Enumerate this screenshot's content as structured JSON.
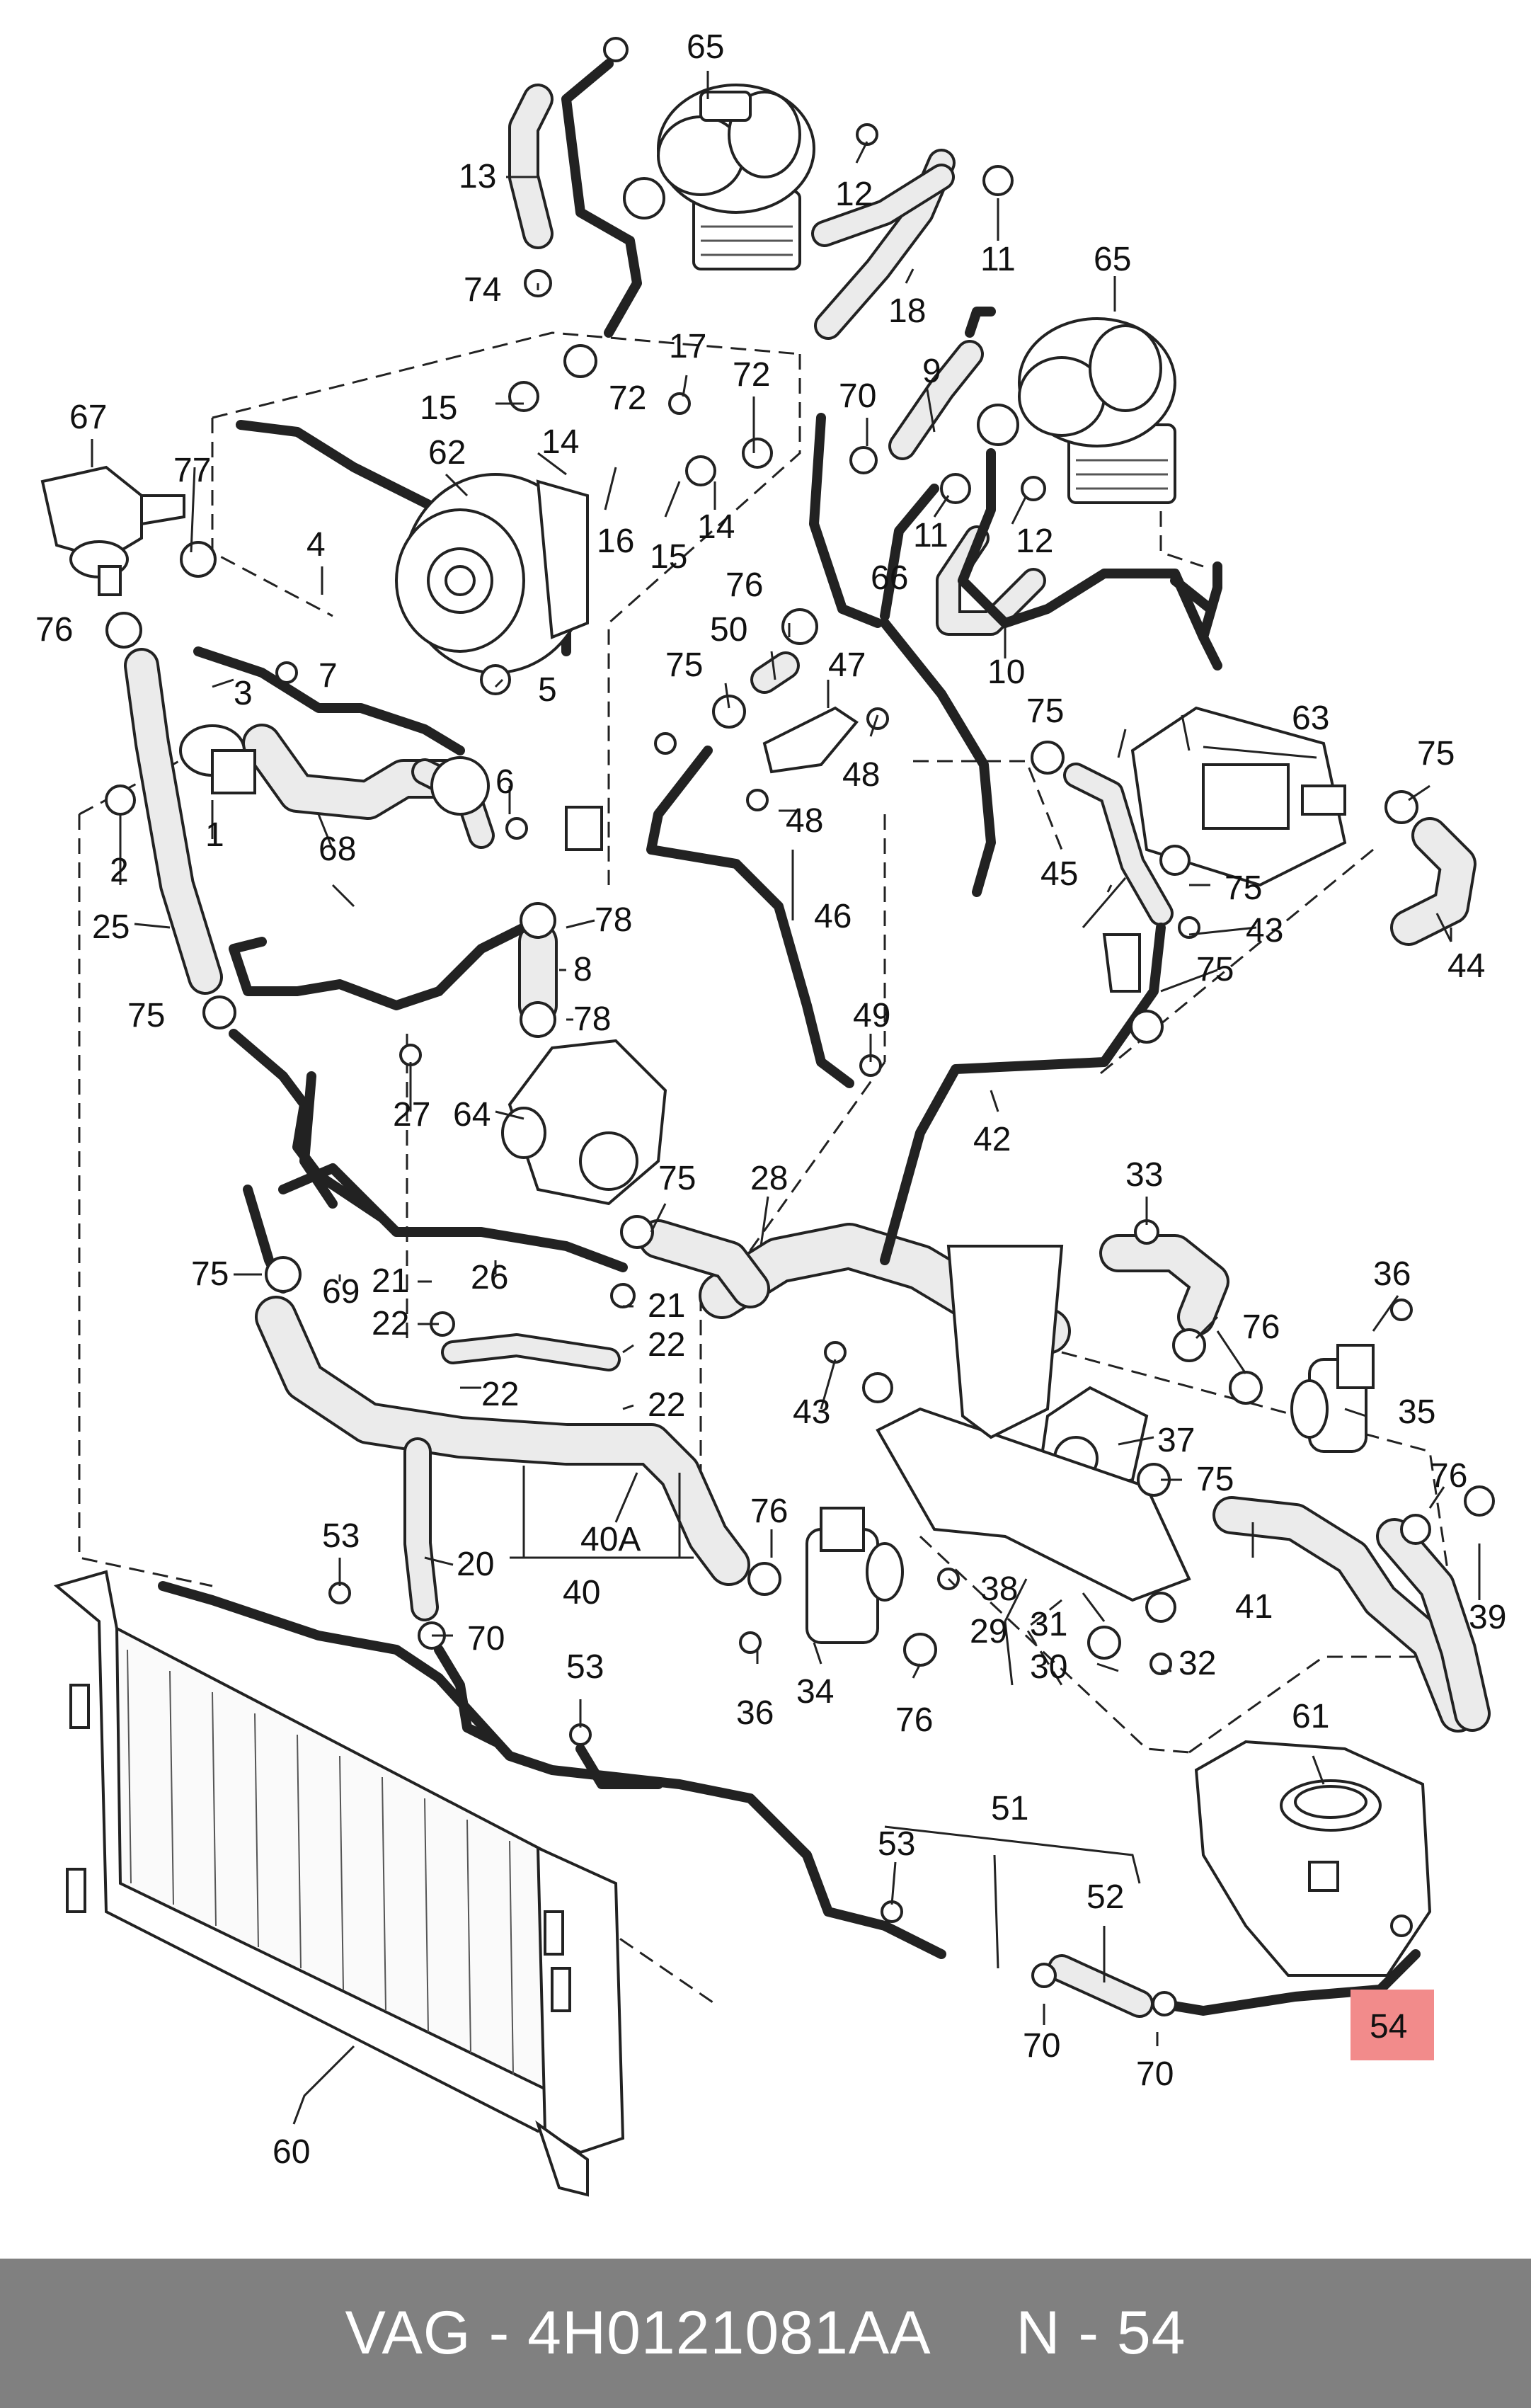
{
  "colors": {
    "hose_fill": "#ebebeb",
    "line": "#222222",
    "highlight": "#f28b8b",
    "footer_bg": "#808080",
    "footer_text": "#ffffff"
  },
  "highlighted_label": "54",
  "labels": [
    {
      "id": "l65a",
      "text": "65"
    },
    {
      "id": "l13",
      "text": "13"
    },
    {
      "id": "l12a",
      "text": "12"
    },
    {
      "id": "l11a",
      "text": "11"
    },
    {
      "id": "l74",
      "text": "74"
    },
    {
      "id": "l18",
      "text": "18"
    },
    {
      "id": "l65b",
      "text": "65"
    },
    {
      "id": "l67",
      "text": "67"
    },
    {
      "id": "l15a",
      "text": "15"
    },
    {
      "id": "l72a",
      "text": "72"
    },
    {
      "id": "l17",
      "text": "17"
    },
    {
      "id": "l72b",
      "text": "72"
    },
    {
      "id": "l70a",
      "text": "70"
    },
    {
      "id": "l9",
      "text": "9"
    },
    {
      "id": "l77",
      "text": "77"
    },
    {
      "id": "l62",
      "text": "62"
    },
    {
      "id": "l14a",
      "text": "14"
    },
    {
      "id": "l16",
      "text": "16"
    },
    {
      "id": "l15b",
      "text": "15"
    },
    {
      "id": "l14b",
      "text": "14"
    },
    {
      "id": "l11b",
      "text": "11"
    },
    {
      "id": "l12b",
      "text": "12"
    },
    {
      "id": "l4",
      "text": "4"
    },
    {
      "id": "l66",
      "text": "66"
    },
    {
      "id": "l76a",
      "text": "76"
    },
    {
      "id": "l50",
      "text": "50"
    },
    {
      "id": "l10",
      "text": "10"
    },
    {
      "id": "l76b",
      "text": "76"
    },
    {
      "id": "l7",
      "text": "7"
    },
    {
      "id": "l3",
      "text": "3"
    },
    {
      "id": "l5",
      "text": "5"
    },
    {
      "id": "l75a",
      "text": "75"
    },
    {
      "id": "l47",
      "text": "47"
    },
    {
      "id": "l63",
      "text": "63"
    },
    {
      "id": "l75b",
      "text": "75"
    },
    {
      "id": "l75c",
      "text": "75"
    },
    {
      "id": "l48a",
      "text": "48"
    },
    {
      "id": "l6",
      "text": "6"
    },
    {
      "id": "l1",
      "text": "1"
    },
    {
      "id": "l2",
      "text": "2"
    },
    {
      "id": "l48b",
      "text": "48"
    },
    {
      "id": "l45",
      "text": "45"
    },
    {
      "id": "l75d",
      "text": "75"
    },
    {
      "id": "l68",
      "text": "68"
    },
    {
      "id": "l25",
      "text": "25"
    },
    {
      "id": "l78a",
      "text": "78"
    },
    {
      "id": "l46",
      "text": "46"
    },
    {
      "id": "l43a",
      "text": "43"
    },
    {
      "id": "l44",
      "text": "44"
    },
    {
      "id": "l8",
      "text": "8"
    },
    {
      "id": "l75e",
      "text": "75"
    },
    {
      "id": "l75f",
      "text": "75"
    },
    {
      "id": "l78b",
      "text": "78"
    },
    {
      "id": "l49",
      "text": "49"
    },
    {
      "id": "l27",
      "text": "27"
    },
    {
      "id": "l64",
      "text": "64"
    },
    {
      "id": "l42",
      "text": "42"
    },
    {
      "id": "l75g",
      "text": "75"
    },
    {
      "id": "l28",
      "text": "28"
    },
    {
      "id": "l33",
      "text": "33"
    },
    {
      "id": "l36a",
      "text": "36"
    },
    {
      "id": "l75h",
      "text": "75"
    },
    {
      "id": "l21a",
      "text": "21"
    },
    {
      "id": "l69",
      "text": "69"
    },
    {
      "id": "l26",
      "text": "26"
    },
    {
      "id": "l21b",
      "text": "21"
    },
    {
      "id": "l76c",
      "text": "76"
    },
    {
      "id": "l22a",
      "text": "22"
    },
    {
      "id": "l22b",
      "text": "22"
    },
    {
      "id": "l22c",
      "text": "22"
    },
    {
      "id": "l22d",
      "text": "22"
    },
    {
      "id": "l43b",
      "text": "43"
    },
    {
      "id": "l35",
      "text": "35"
    },
    {
      "id": "l37",
      "text": "37"
    },
    {
      "id": "l75i",
      "text": "75"
    },
    {
      "id": "l76d",
      "text": "76"
    },
    {
      "id": "l40a",
      "text": "40A"
    },
    {
      "id": "l20",
      "text": "20"
    },
    {
      "id": "l40",
      "text": "40"
    },
    {
      "id": "l53a",
      "text": "53"
    },
    {
      "id": "l76e",
      "text": "76"
    },
    {
      "id": "l38",
      "text": "38"
    },
    {
      "id": "l29",
      "text": "29"
    },
    {
      "id": "l31",
      "text": "31"
    },
    {
      "id": "l41",
      "text": "41"
    },
    {
      "id": "l39",
      "text": "39"
    },
    {
      "id": "l70b",
      "text": "70"
    },
    {
      "id": "l30",
      "text": "30"
    },
    {
      "id": "l32",
      "text": "32"
    },
    {
      "id": "l36b",
      "text": "36"
    },
    {
      "id": "l34",
      "text": "34"
    },
    {
      "id": "l76f",
      "text": "76"
    },
    {
      "id": "l53b",
      "text": "53"
    },
    {
      "id": "l61",
      "text": "61"
    },
    {
      "id": "l51",
      "text": "51"
    },
    {
      "id": "l53c",
      "text": "53"
    },
    {
      "id": "l52",
      "text": "52"
    },
    {
      "id": "l70c",
      "text": "70"
    },
    {
      "id": "l70d",
      "text": "70"
    },
    {
      "id": "l54",
      "text": "54"
    },
    {
      "id": "l60",
      "text": "60"
    }
  ],
  "footer": {
    "text": "VAG - 4H0121081AA     N - 54"
  }
}
